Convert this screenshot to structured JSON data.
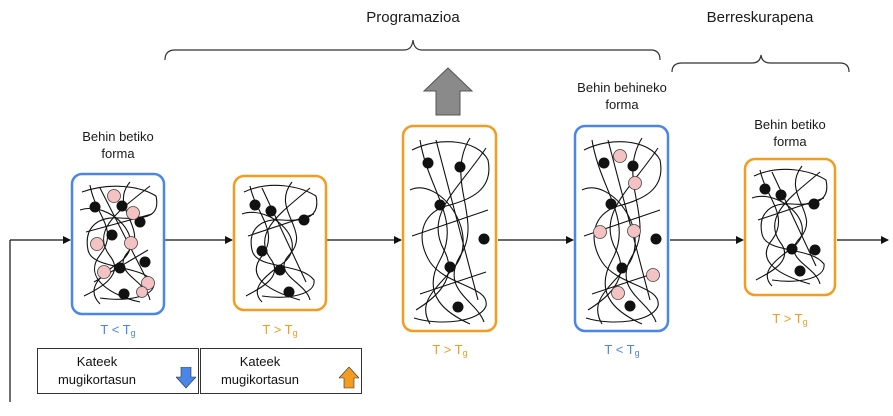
{
  "sections": {
    "programming": "Programazioa",
    "recovery": "Berreskurapena"
  },
  "states": [
    {
      "label_line1": "Behin betiko",
      "label_line2": "forma",
      "temp": "T < T",
      "temp_sub": "g",
      "temp_color": "#4a86e8",
      "frame_color": "#4a86e8"
    },
    {
      "label_line1": "",
      "label_line2": "",
      "temp": "T > T",
      "temp_sub": "g",
      "temp_color": "#f29d1f",
      "frame_color": "#f29d1f"
    },
    {
      "label_line1": "",
      "label_line2": "",
      "temp": "T > T",
      "temp_sub": "g",
      "temp_color": "#f29d1f",
      "frame_color": "#f29d1f"
    },
    {
      "label_line1": "Behin behineko",
      "label_line2": "forma",
      "temp": "T < T",
      "temp_sub": "g",
      "temp_color": "#4a86e8",
      "frame_color": "#4a86e8"
    },
    {
      "label_line1": "Behin betiko",
      "label_line2": "forma",
      "temp": "T > T",
      "temp_sub": "g",
      "temp_color": "#f29d1f",
      "frame_color": "#f29d1f"
    }
  ],
  "mobility_boxes": [
    {
      "line1": "Kateek",
      "line2": "mugikortasun",
      "arrow_direction": "down",
      "arrow_color": "#4a86e8"
    },
    {
      "line1": "Kateek",
      "line2": "mugikortasun",
      "arrow_direction": "up",
      "arrow_color": "#f29d1f"
    }
  ],
  "load_arrow": {
    "icon": "big-up-arrow-icon",
    "color": "#8a8a8a"
  }
}
